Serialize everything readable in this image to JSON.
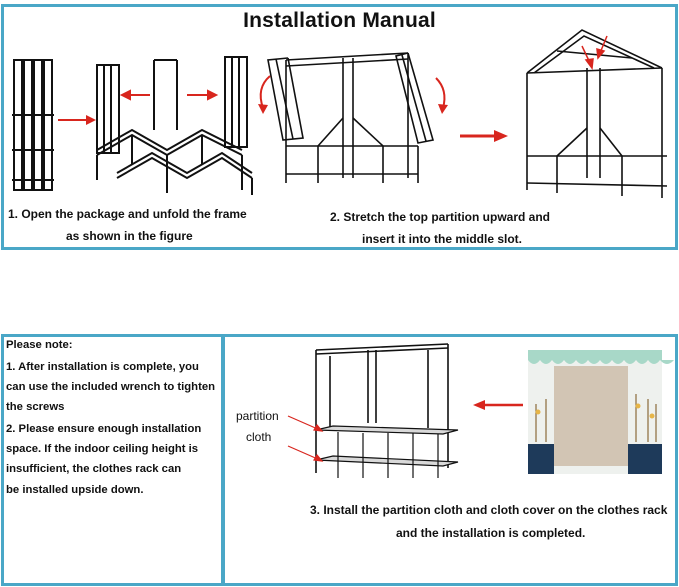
{
  "title": "Installation Manual",
  "step1": {
    "line1": "1. Open the package and unfold the frame",
    "line2": "as shown in the figure"
  },
  "step2": {
    "line1": "2. Stretch the top partition upward and",
    "line2": "insert it into the middle slot."
  },
  "step3": {
    "line1": "3. Install the partition cloth and cloth cover on the clothes rack",
    "line2": "and the installation is completed."
  },
  "notes": {
    "heading": "Please note:",
    "lines": [
      "1. After installation is complete, you",
      "can use the included wrench to tighten",
      "the screws",
      "2. Please ensure enough installation",
      "space. If the indoor ceiling height is",
      "insufficient, the clothes rack can",
      "be installed upside down."
    ]
  },
  "partition_label": {
    "line1": "partition",
    "line2": "cloth"
  },
  "colors": {
    "border": "#4aa7c7",
    "arrow": "#d8261e",
    "frame": "#111111",
    "cover_top": "#a8d8c8",
    "cover_bottom": "#1e3a5a"
  }
}
